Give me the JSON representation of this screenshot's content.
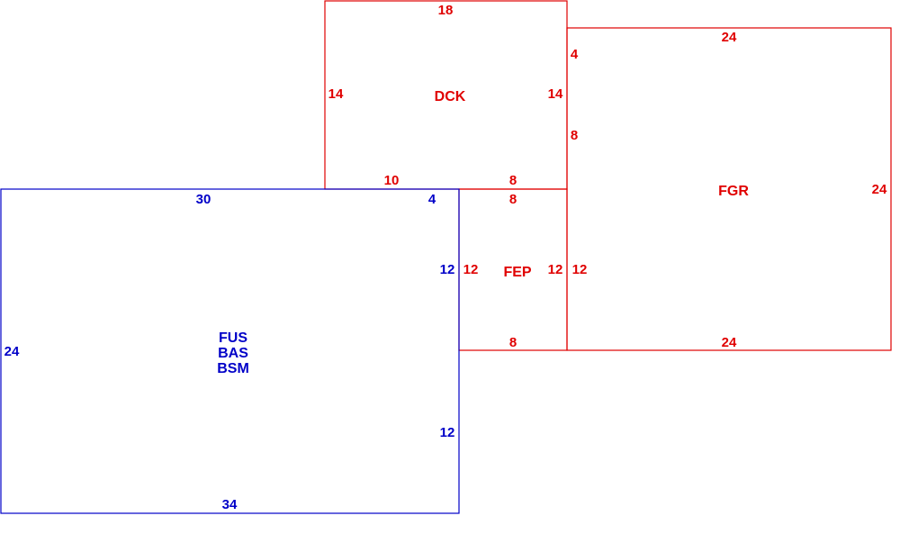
{
  "colors": {
    "red": "#e00000",
    "blue": "#0000c8"
  },
  "rooms": {
    "dck": {
      "name": "DCK",
      "top": "18",
      "left": "14",
      "right": "14",
      "bottom_left": "10",
      "bottom_right": "8"
    },
    "fgr": {
      "name": "FGR",
      "top": "24",
      "left_upper": "4",
      "left_mid": "8",
      "left_lower": "12",
      "right": "24",
      "bottom": "24"
    },
    "fep": {
      "name": "FEP",
      "top": "8",
      "left": "12",
      "right": "12",
      "bottom": "8"
    },
    "fus": {
      "names": [
        "FUS",
        "BAS",
        "BSM"
      ],
      "top": "30",
      "top_right": "4",
      "left": "24",
      "right_upper": "12",
      "right_lower": "12",
      "bottom": "34"
    }
  }
}
